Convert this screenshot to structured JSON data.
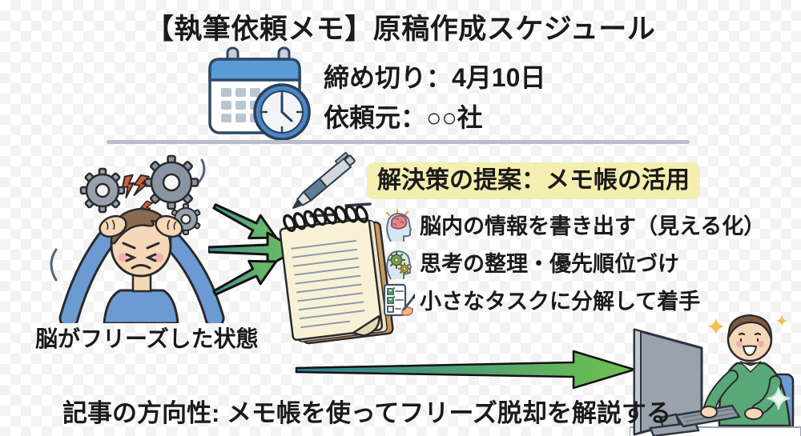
{
  "title": "【執筆依頼メモ】原稿作成スケジュール",
  "header": {
    "icon": "calendar-clock-icon",
    "deadline": "締め切り：4月10日",
    "client": "依頼元：○○社"
  },
  "problem": {
    "illustration": "stressed-person-with-gears",
    "caption": "脳がフリーズした状態"
  },
  "solution": {
    "pen_icon": "pen-icon",
    "notepad_icon": "spiral-notepad-icon",
    "heading": "解決策の提案：メモ帳の活用",
    "bullets": [
      {
        "icon": "brain-in-head-icon",
        "text": "脳内の情報を書き出す（見える化）"
      },
      {
        "icon": "gears-in-head-icon",
        "text": "思考の整理・優先順位づけ"
      },
      {
        "icon": "checklist-icon",
        "text": "小さなタスクに分解して着手"
      }
    ]
  },
  "flow": {
    "small_arrows_icon": "three-green-arrows-icon",
    "long_arrow_icon": "long-green-arrow-icon"
  },
  "result": {
    "illustration": "person-working-at-computer"
  },
  "footer": {
    "direction": "記事の方向性: メモ帳を使ってフリーズ脱却を解説する"
  },
  "colors": {
    "checker": "#f3f3f3",
    "text": "#1a1a1a",
    "divider": "#b8bfc9",
    "highlight_yellow": "#f4eeb0",
    "calendar_blue": "#5b9bd5",
    "arrow_teal": "#2f7e95",
    "arrow_green": "#6fc24e",
    "shirt_blue": "#6b9bd2",
    "sweater_green": "#59a878",
    "notepad_paper": "#f8f1d8",
    "lightning_orange": "#cf5f3a"
  }
}
